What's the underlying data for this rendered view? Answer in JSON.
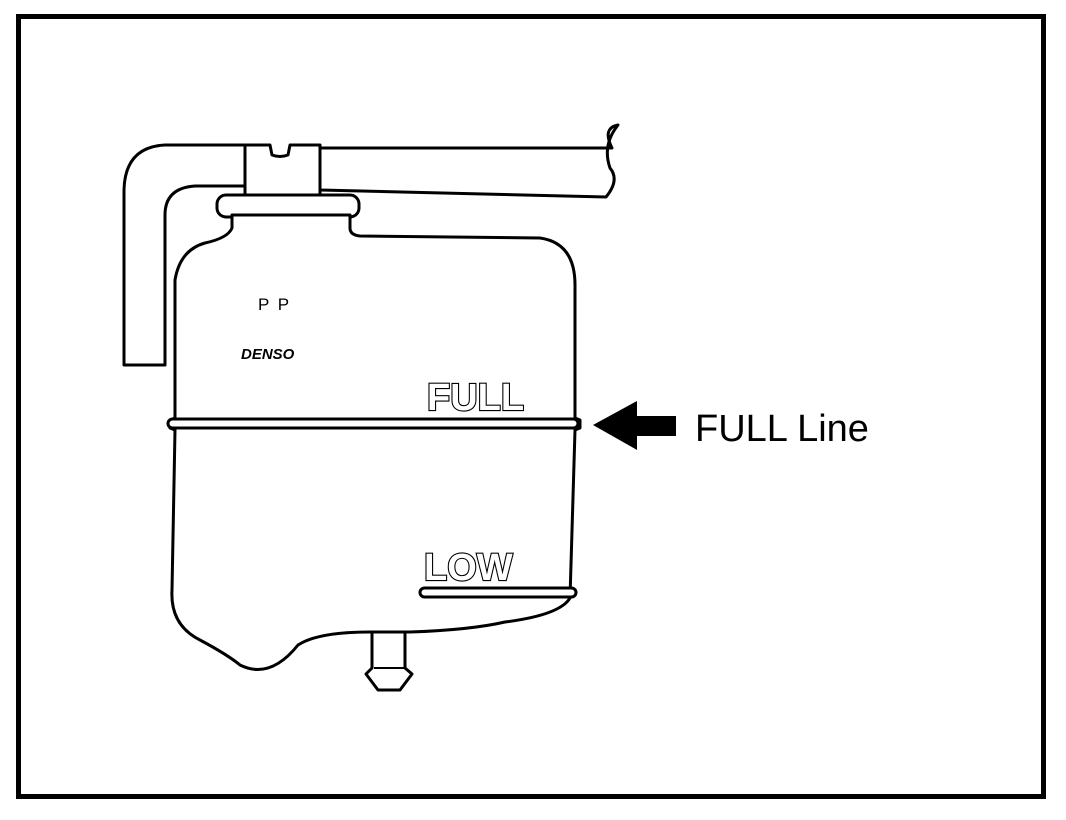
{
  "diagram": {
    "tank_marking_pp": "P P",
    "tank_marking_brand": "DENSO",
    "full_mark": "FULL",
    "low_mark": "LOW",
    "callout_label": "FULL Line",
    "colors": {
      "line": "#000000",
      "background": "#ffffff"
    }
  }
}
